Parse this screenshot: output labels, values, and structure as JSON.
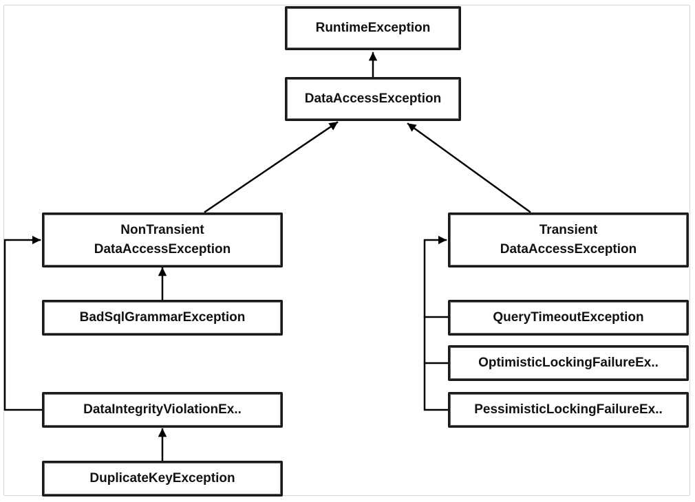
{
  "nodes": {
    "runtime": "RuntimeException",
    "data_access": "DataAccessException",
    "non_transient": {
      "line1": "NonTransient",
      "line2": "DataAccessException"
    },
    "transient": {
      "line1": "Transient",
      "line2": "DataAccessException"
    },
    "bad_sql_grammar": "BadSqlGrammarException",
    "data_integrity": "DataIntegrityViolationEx..",
    "duplicate_key": "DuplicateKeyException",
    "query_timeout": "QueryTimeoutException",
    "optimistic_locking": "OptimisticLockingFailureEx..",
    "pessimistic_locking": "PessimisticLockingFailureEx.."
  },
  "colors": {
    "line": "#000000",
    "box_border": "#1a1a1a",
    "frame": "#d6d6d6"
  }
}
